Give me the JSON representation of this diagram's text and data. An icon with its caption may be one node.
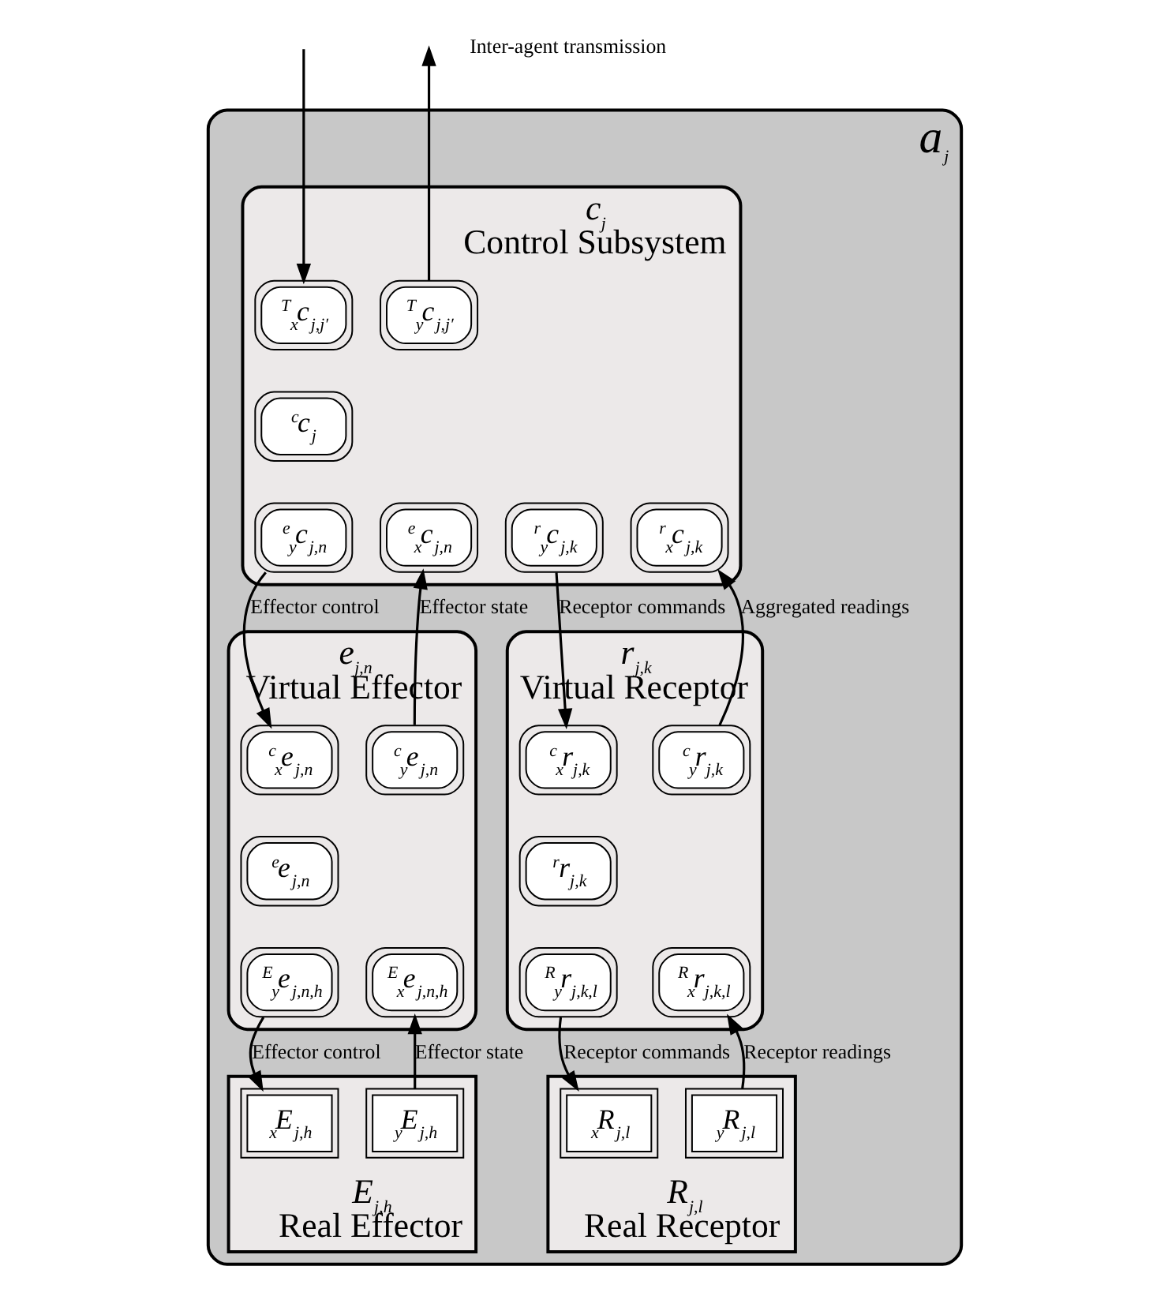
{
  "diagram": {
    "nodes": [
      {
        "text": [
          "a$_{j}$"
        ]
      },
      {
        "text": [
          "c$_{j}$",
          "Control Subsystem"
        ],
        "in": 0
      },
      {
        "text": [
          "$^{T}$$_{x}$c$_{j,j′}$"
        ],
        "in": 1
      },
      {
        "text": [
          "$^{T}$$_{y}$c$_{j,j′}$"
        ],
        "in": 1
      },
      {
        "text": [
          "$^{c}$c$_{j}$"
        ],
        "in": 1
      },
      {
        "text": [
          "$^{e}$$_{y}$c$_{j,n}$"
        ],
        "in": 1
      },
      {
        "text": [
          "$^{e}$$_{x}$c$_{j,n}$"
        ],
        "in": 1
      },
      {
        "text": [
          "$^{r}$$_{y}$c$_{j,k}$"
        ],
        "in": 1
      },
      {
        "text": [
          "$^{r}$$_{x}$c$_{j,k}$"
        ],
        "in": 1
      },
      {
        "text": [
          "e$_{j,n}$",
          "Virtual Effector"
        ],
        "in": 0
      },
      {
        "text": [
          "$^{c}$$_{x}$e$_{j,n}$"
        ],
        "in": 9
      },
      {
        "text": [
          "$^{c}$$_{y}$e$_{j,n}$"
        ],
        "in": 9
      },
      {
        "text": [
          "$^{e}$e$_{j,n}$"
        ],
        "in": 9
      },
      {
        "text": [
          "$^{E}$$_{y}$e$_{j,n,h}$"
        ],
        "in": 9
      },
      {
        "text": [
          "$^{E}$$_{x}$e$_{j,n,h}$"
        ],
        "in": 9
      },
      {
        "text": [
          "r$_{j,k}$",
          "Virtual Receptor"
        ],
        "in": 0
      },
      {
        "text": [
          "$^{c}$$_{x}$r$_{j,k}$"
        ],
        "in": 15
      },
      {
        "text": [
          "$^{c}$$_{y}$r$_{j,k}$"
        ],
        "in": 15
      },
      {
        "text": [
          "$^{r}$r$_{j,k}$"
        ],
        "in": 15
      },
      {
        "text": [
          "$^{R}$$_{y}$r$_{j,k,l}$"
        ],
        "in": 15
      },
      {
        "text": [
          "$^{R}$$_{x}$r$_{j,k,l}$"
        ],
        "in": 15
      },
      {
        "text": [
          "E$_{j,h}$",
          "Real Effector"
        ],
        "in": 0
      },
      {
        "text": [
          "$_{x}$E$_{j,h}$"
        ],
        "in": 21
      },
      {
        "text": [
          "$_{y}$E$_{j,h}$"
        ],
        "in": 21
      },
      {
        "text": [
          "R$_{j,l}$",
          "Real Receptor"
        ],
        "in": 0
      },
      {
        "text": [
          "$_{x}$R$_{j,l}$"
        ],
        "in": 24
      },
      {
        "text": [
          "$_{y}$R$_{j,l}$"
        ],
        "in": 24
      }
    ],
    "edges": [
      {
        "from": null,
        "to": 2,
        "arrow": "to"
      },
      {
        "from": 3,
        "to": null,
        "arrow": "to"
      },
      {
        "from": 5,
        "to": 10,
        "arrow": "to",
        "label": "Effector control"
      },
      {
        "from": 11,
        "to": 6,
        "arrow": "to",
        "label": "Effector state"
      },
      {
        "from": 7,
        "to": 16,
        "arrow": "to",
        "label": "Receptor commands"
      },
      {
        "from": 17,
        "to": 8,
        "arrow": "to",
        "label": "Aggregated readings"
      },
      {
        "from": 13,
        "to": 22,
        "arrow": "to",
        "label": "Effector control"
      },
      {
        "from": 23,
        "to": 14,
        "arrow": "to",
        "label": "Effector state"
      },
      {
        "from": 19,
        "to": 25,
        "arrow": "to",
        "label": "Receptor commands"
      },
      {
        "from": 26,
        "to": 20,
        "arrow": "to",
        "label": "Receptor readings"
      }
    ],
    "labels": [
      "Inter-agent transmission"
    ]
  }
}
